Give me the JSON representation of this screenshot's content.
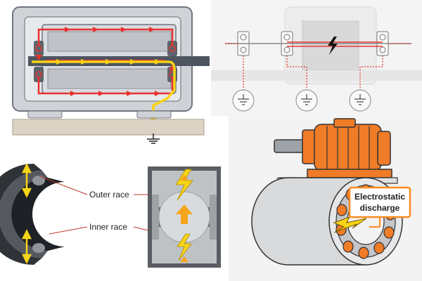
{
  "bearing_section": {
    "outer_race_label": "Outer race",
    "inner_race_label": "Inner race"
  },
  "motor_bearing": {
    "callout_line1": "Electrostatic",
    "callout_line2": "discharge"
  },
  "colors": {
    "current_red": "#e8322f",
    "current_yellow": "#f7d417",
    "motor_orange": "#f07c28",
    "highlight_orange": "#ff8a1f",
    "frame_gray": "#cfd2d6",
    "shaft_dark": "#4d5560"
  },
  "icons": [
    "ground-symbol-icon",
    "lightning-bolt-icon",
    "spark-icon",
    "arrow-up-icon"
  ]
}
